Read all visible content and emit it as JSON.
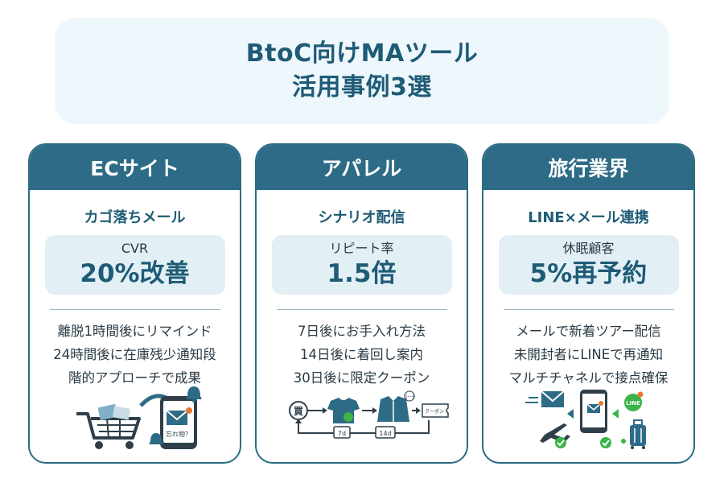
{
  "title": {
    "line1": "BtoC向けMAツール",
    "line2": "活用事例3選"
  },
  "cards": [
    {
      "header": "ECサイト",
      "subtitle": "カゴ落ちメール",
      "metric_label": "CVR",
      "metric_value": "20%改善",
      "lines": [
        "離脱1時間後にリマインド",
        "24時間後に在庫残少通知段",
        "階的アプローチで成果"
      ],
      "illustration": {
        "icons": [
          "shopping-cart-icon",
          "smartphone-icon",
          "email-icon",
          "bell-icon"
        ],
        "phone_text": "忘れ物？"
      }
    },
    {
      "header": "アパレル",
      "subtitle": "シナリオ配信",
      "metric_label": "リピート率",
      "metric_value": "1.5倍",
      "lines": [
        "7日後にお手入れ方法",
        "14日後に着回し案内",
        "30日後に限定クーポン"
      ],
      "illustration": {
        "steps": [
          "買",
          "7d",
          "14d",
          "コーデ",
          "クーポン"
        ],
        "icons": [
          "purchase-icon",
          "tshirt-icon",
          "jacket-icon",
          "coupon-icon"
        ]
      }
    },
    {
      "header": "旅行業界",
      "subtitle": "LINE×メール連携",
      "metric_label": "休眠顧客",
      "metric_value": "5%再予約",
      "lines": [
        "メールで新着ツアー配信",
        "未開封者にLINEで再通知",
        "マルチチャネルで接点確保"
      ],
      "illustration": {
        "icons": [
          "email-icon",
          "smartphone-icon",
          "line-icon",
          "airplane-icon",
          "suitcase-icon",
          "check-icon"
        ],
        "line_badge": "LINE"
      }
    }
  ],
  "colors": {
    "primary": "#2d6b86",
    "title_text": "#1e5b76",
    "title_bg": "#eef7fb",
    "metric_bg": "#e2f0f6",
    "accent_green": "#3cb44a",
    "accent_orange": "#e8772e"
  }
}
